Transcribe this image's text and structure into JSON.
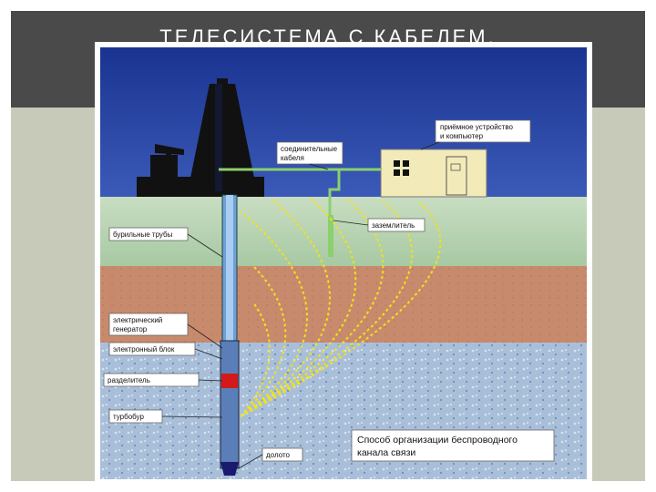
{
  "slide": {
    "title": "ТЕЛЕСИСТЕМА С КАБЕЛЕМ.",
    "background_color": "#c8cab9",
    "title_band_color": "#4a4a4a"
  },
  "diagram": {
    "labels": {
      "receiver": "приёмное устройство\nи компьютер",
      "cables": "соединительные\nкабеля",
      "ground": "заземлитель",
      "drill_pipes": "бурильные трубы",
      "generator": "электрический\nгенератор",
      "electronic_block": "электронный блок",
      "separator": "разделитель",
      "turbodrill": "турбобур",
      "bit": "долото",
      "caption": "Способ организации беспроводного\nканала связи"
    },
    "colors": {
      "sky": "#1a3a9e",
      "ground_top": "#b9d6b4",
      "clay": "#c58568",
      "rock": "#9fb6d3",
      "signal": "#f1e21a",
      "house": "#f2eab8"
    },
    "icons": [
      "drilling-rig-icon",
      "pump-jack-icon",
      "house-icon"
    ]
  }
}
